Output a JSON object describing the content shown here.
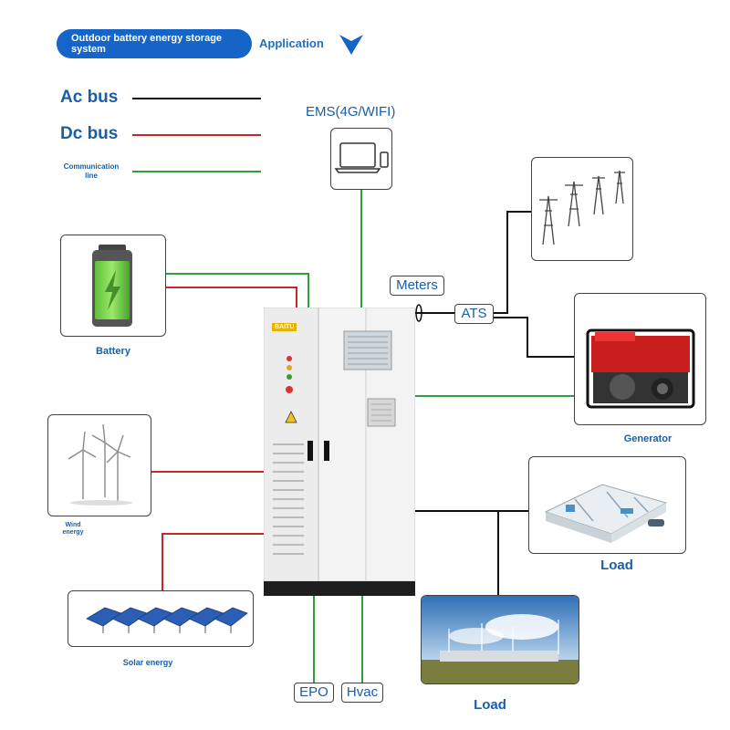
{
  "header": {
    "pill_text": "Outdoor battery energy storage system",
    "application_label": "Application"
  },
  "legend": {
    "ac_bus": "Ac bus",
    "dc_bus": "Dc bus",
    "comm_line": "Communication line"
  },
  "colors": {
    "ac_bus": "#111111",
    "dc_bus": "#c62828",
    "comm_line": "#2e9e3e",
    "accent": "#1565c8",
    "label_blue": "#1a5ea8"
  },
  "nodes": {
    "ems": "EMS(4G/WIFI)",
    "meters": "Meters",
    "ats": "ATS",
    "battery": "Battery",
    "generator": "Generator",
    "wind": "Wind energy",
    "solar": "Solar energy",
    "load_top": "Load",
    "load_bottom": "Load",
    "epo": "EPO",
    "hvac": "Hvac",
    "cabinet_brand": "BAITU"
  }
}
